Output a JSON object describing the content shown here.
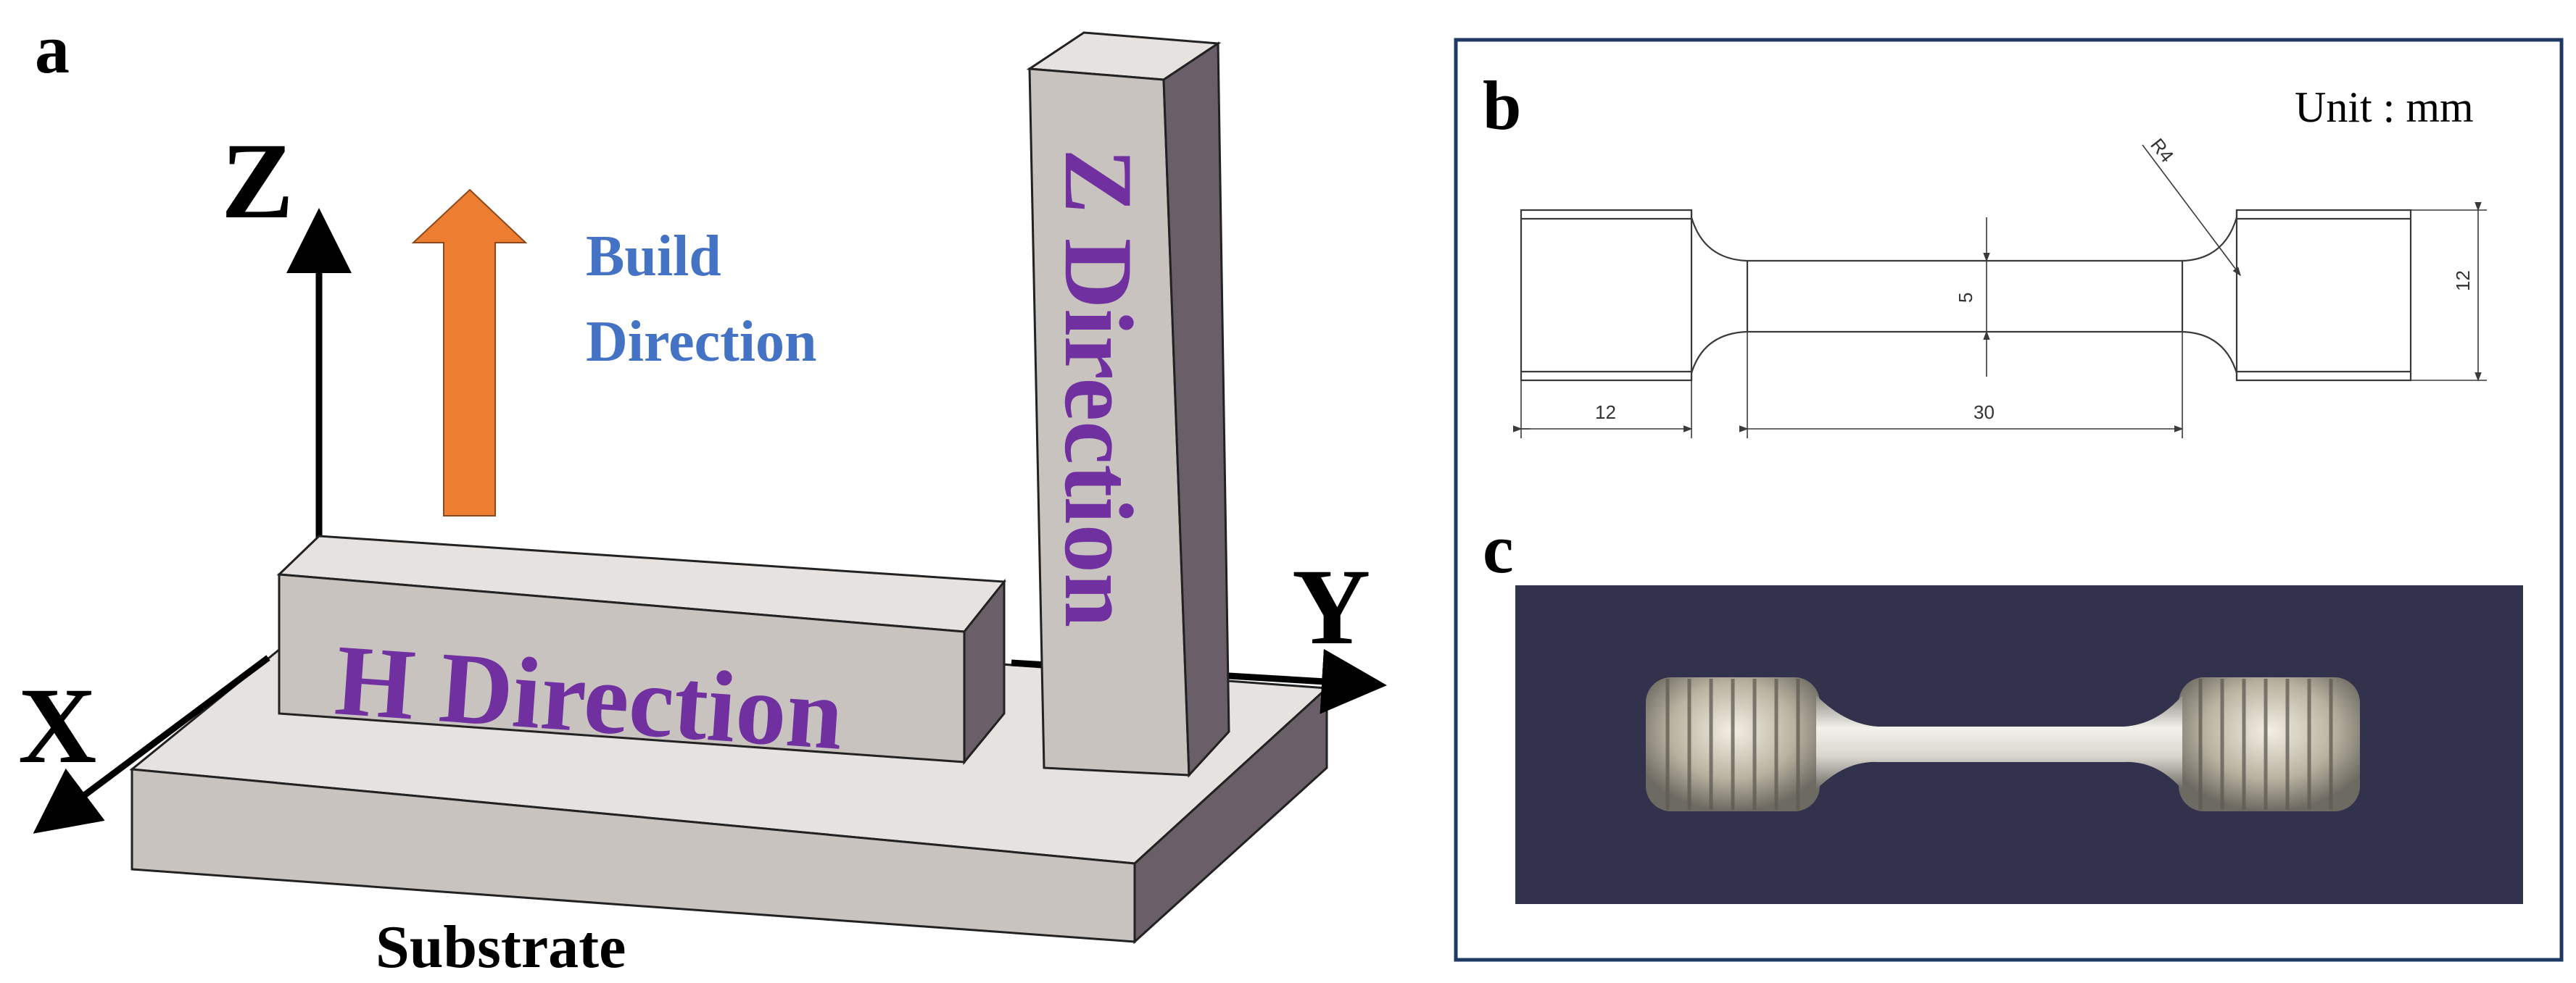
{
  "panel_a": {
    "label": "a",
    "axis_z": "Z",
    "axis_y": "Y",
    "axis_x": "X",
    "build_direction_line1": "Build",
    "build_direction_line2": "Direction",
    "h_block_label": "H Direction",
    "z_block_label": "Z Direction",
    "substrate_label": "Substrate",
    "colors": {
      "block_face": "#c9c3bf",
      "block_top": "#e6e2df",
      "block_side": "#6a5f68",
      "arrow_fill": "#ed7d31",
      "label_purple": "#7030a0",
      "label_blue": "#4472c4"
    }
  },
  "panel_b": {
    "label": "b",
    "unit": "Unit : mm",
    "dim_grip_length": "12",
    "dim_gauge_length": "30",
    "dim_gauge_width": "5",
    "dim_grip_width": "12",
    "dim_radius": "R4"
  },
  "panel_c": {
    "label": "c",
    "photo_background": "#2e2e48"
  }
}
